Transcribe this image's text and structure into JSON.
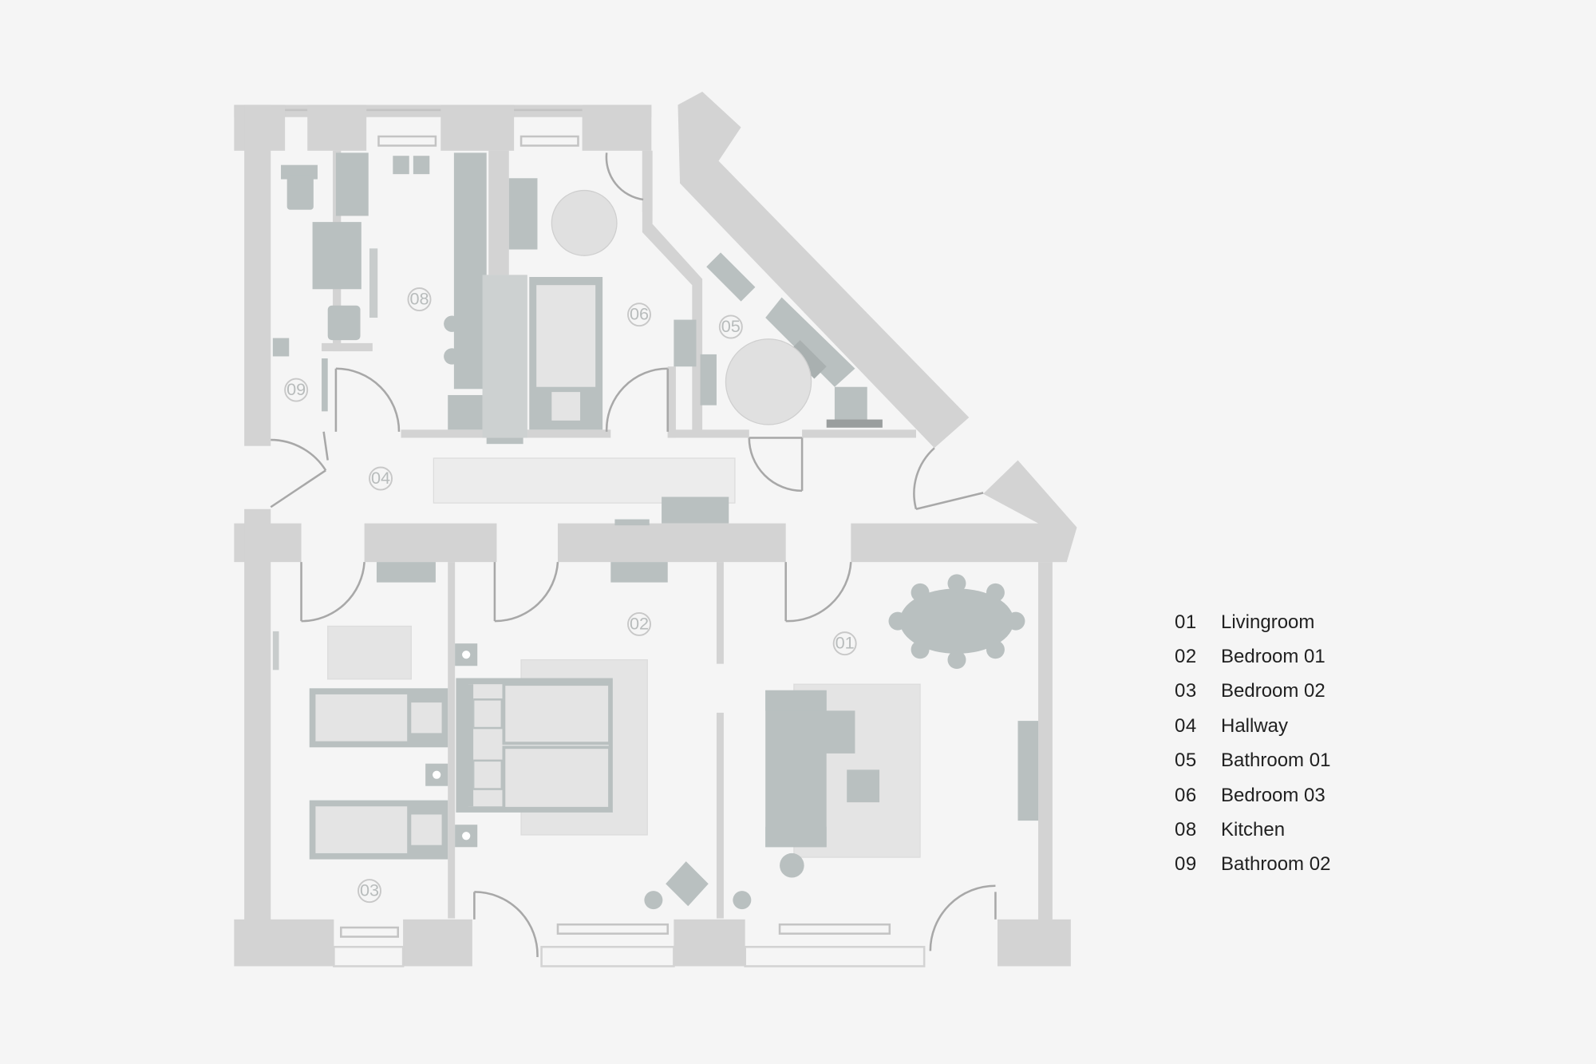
{
  "rooms": [
    {
      "num": "01",
      "name": "Livingroom"
    },
    {
      "num": "02",
      "name": "Bedroom 01"
    },
    {
      "num": "03",
      "name": "Bedroom 02"
    },
    {
      "num": "04",
      "name": "Hallway"
    },
    {
      "num": "05",
      "name": "Bathroom 01"
    },
    {
      "num": "06",
      "name": "Bedroom 03"
    },
    {
      "num": "08",
      "name": "Kitchen"
    },
    {
      "num": "09",
      "name": "Bathroom 02"
    }
  ],
  "colors": {
    "background": "#f5f5f5",
    "wall": "#d3d3d3",
    "furniture": "#b9c0c0",
    "rug": "#e2e2e2",
    "label": "#202020"
  }
}
